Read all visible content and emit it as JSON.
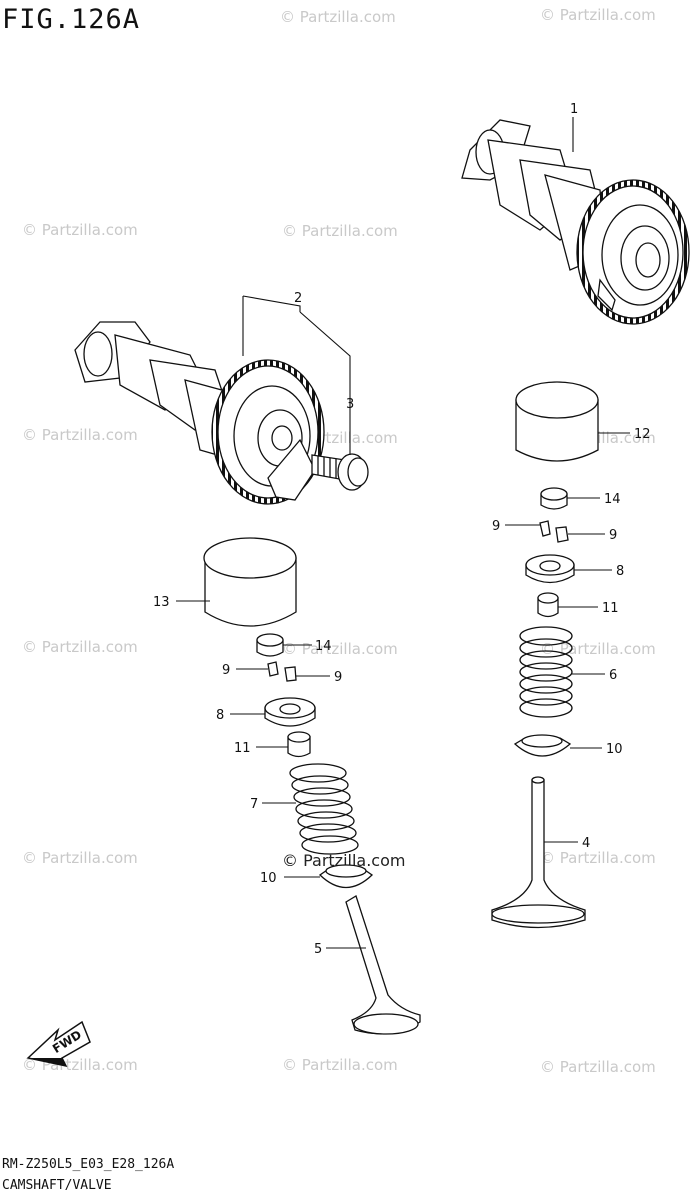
{
  "figure": {
    "title": "FIG.126A",
    "code": "RM-Z250L5_E03_E28_126A",
    "caption": "CAMSHAFT/VALVE"
  },
  "watermark": {
    "text": "© Partzilla.com"
  },
  "fwd_label": "FWD",
  "callouts": {
    "c1": "1",
    "c2": "2",
    "c3": "3",
    "c4": "4",
    "c5": "5",
    "c6": "6",
    "c7": "7",
    "c8a": "8",
    "c8b": "8",
    "c9a": "9",
    "c9b": "9",
    "c9c": "9",
    "c9d": "9",
    "c10a": "10",
    "c10b": "10",
    "c11a": "11",
    "c11b": "11",
    "c12": "12",
    "c13": "13",
    "c14a": "14",
    "c14b": "14"
  }
}
